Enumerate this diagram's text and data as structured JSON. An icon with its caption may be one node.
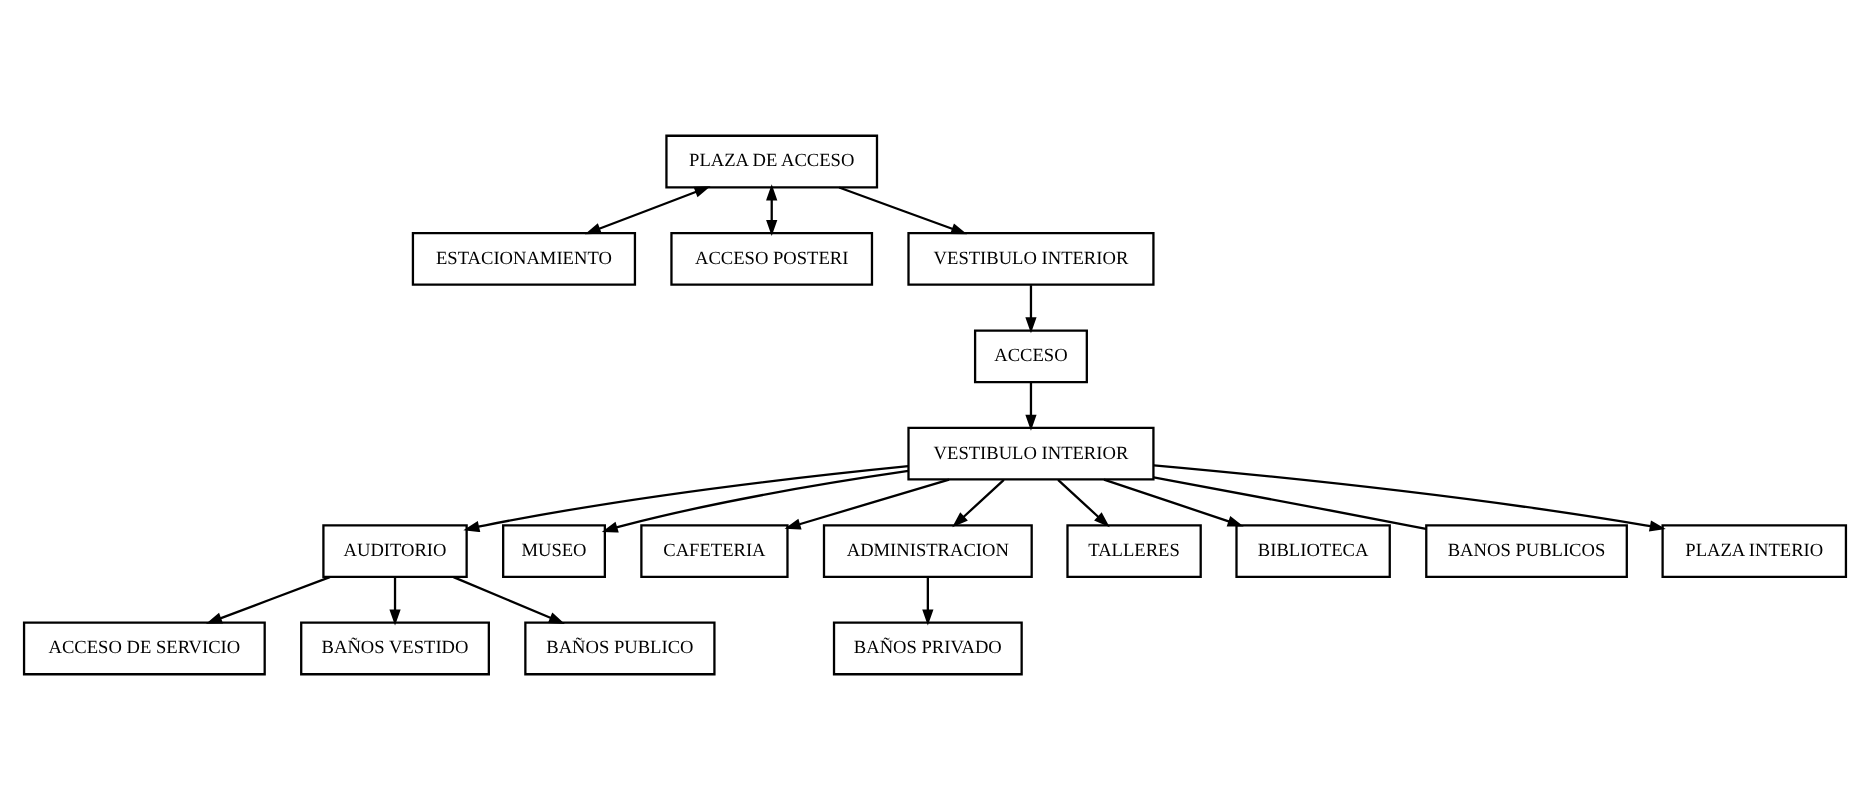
{
  "diagram": {
    "nodes": [
      {
        "text": [
          "ESTACIONAMIENTO"
        ]
      },
      {
        "text": [
          "PLAZA DE ACCESO"
        ]
      },
      {
        "text": [
          "ACCESO POSTERI"
        ]
      },
      {
        "text": [
          "VESTIBULO INTERIOR"
        ]
      },
      {
        "text": [
          "ACCESO DE SERVICIO"
        ]
      },
      {
        "text": [
          "AUDITORIO"
        ]
      },
      {
        "text": [
          "ACCESO"
        ]
      },
      {
        "text": [
          "MUSEO"
        ]
      },
      {
        "text": [
          "BAÑOS VESTIDO"
        ]
      },
      {
        "text": [
          "BAÑOS PUBLICO"
        ]
      },
      {
        "text": [
          "VESTIBULO INTERIOR"
        ]
      },
      {
        "text": [
          "CAFETERIA"
        ]
      },
      {
        "text": [
          "BAÑOS PRIVADO"
        ]
      },
      {
        "text": [
          "ADMINISTRACION"
        ]
      },
      {
        "text": [
          "TALLERES"
        ]
      },
      {
        "text": [
          "BIBLIOTECA"
        ]
      },
      {
        "text": [
          "BANOS PUBLICOS"
        ]
      },
      {
        "text": [
          "PLAZA INTERIO"
        ]
      }
    ],
    "edges": [
      {
        "from": 1,
        "to": 0,
        "arrow": "both"
      },
      {
        "from": 1,
        "to": 2,
        "arrow": "both"
      },
      {
        "from": 1,
        "to": 3,
        "arrow": "to"
      },
      {
        "from": 3,
        "to": 6,
        "arrow": "to"
      },
      {
        "from": 6,
        "to": 10,
        "arrow": "to"
      },
      {
        "from": 5,
        "to": 4,
        "arrow": "to"
      },
      {
        "from": 5,
        "to": 8,
        "arrow": "to"
      },
      {
        "from": 5,
        "to": 9,
        "arrow": "to"
      },
      {
        "from": 13,
        "to": 12,
        "arrow": "to"
      },
      {
        "from": 10,
        "to": 16,
        "arrow": "none"
      },
      {
        "from": 10,
        "to": 5,
        "arrow": "to"
      },
      {
        "from": 10,
        "to": 13,
        "arrow": "to"
      },
      {
        "from": 10,
        "to": 15,
        "arrow": "to"
      },
      {
        "from": 10,
        "to": 7,
        "arrow": "to"
      },
      {
        "from": 10,
        "to": 11,
        "arrow": "to"
      },
      {
        "from": 10,
        "to": 14,
        "arrow": "to"
      },
      {
        "from": 10,
        "to": 17,
        "arrow": "to"
      }
    ]
  }
}
